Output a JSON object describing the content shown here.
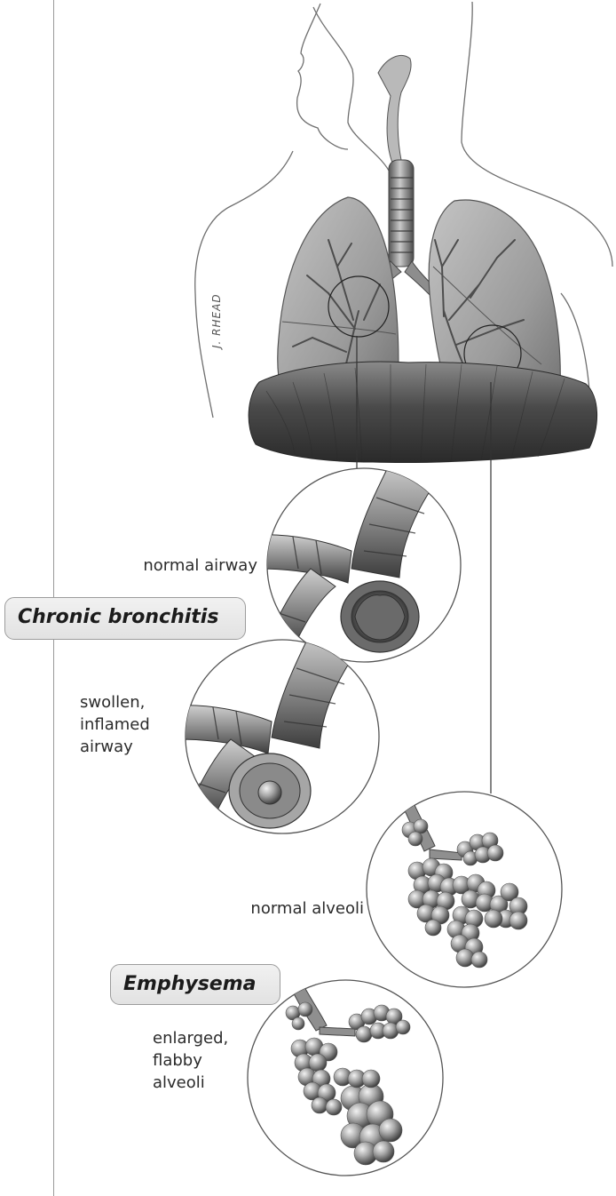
{
  "labels": {
    "normal_airway": "normal airway",
    "swollen_airway": [
      "swollen,",
      "inflamed",
      "airway"
    ],
    "normal_alveoli": "normal alveoli",
    "enlarged_alveoli": [
      "enlarged,",
      "flabby",
      "alveoli"
    ]
  },
  "tags": {
    "chronic_bronchitis": "Chronic bronchitis",
    "emphysema": "Emphysema"
  },
  "signature": "J. RHEAD"
}
